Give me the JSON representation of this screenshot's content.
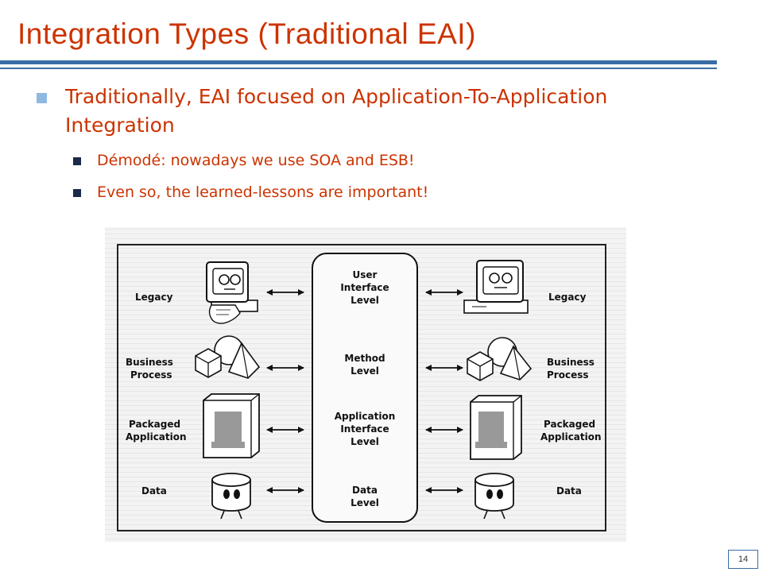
{
  "slide": {
    "title": "Integration Types (Traditional EAI)",
    "bullets": [
      {
        "text": "Traditionally, EAI focused on Application-To-Application Integration",
        "sub": [
          "Démodé: nowadays we use SOA and ESB!",
          "Even so, the learned-lessons are important!"
        ]
      }
    ],
    "page_number": "14"
  },
  "figure": {
    "left_labels": {
      "legacy": "Legacy",
      "business_1": "Business",
      "business_2": "Process",
      "packaged_1": "Packaged",
      "packaged_2": "Application",
      "data": "Data"
    },
    "right_labels": {
      "legacy": "Legacy",
      "business_1": "Business",
      "business_2": "Process",
      "packaged_1": "Packaged",
      "packaged_2": "Application",
      "data": "Data"
    },
    "levels": {
      "ui_1": "User",
      "ui_2": "Interface",
      "ui_3": "Level",
      "method_1": "Method",
      "method_2": "Level",
      "app_1": "Application",
      "app_2": "Interface",
      "app_3": "Level",
      "data_1": "Data",
      "data_2": "Level"
    }
  },
  "colors": {
    "title": "#cc3300",
    "bullet_text": "#cc3300",
    "rule": "#3a6ea5",
    "level1_marker": "#8fb8e0",
    "level2_marker": "#1a2a4a"
  }
}
